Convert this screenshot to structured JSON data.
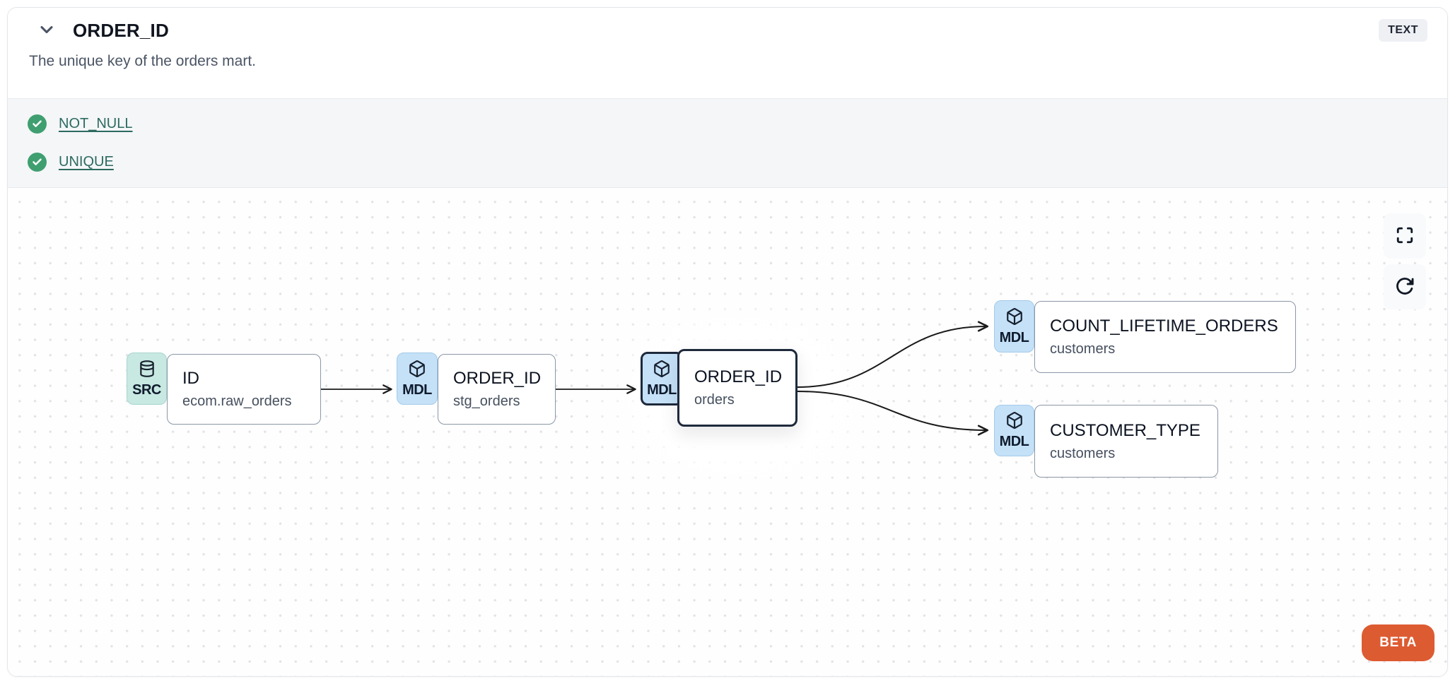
{
  "header": {
    "title": "ORDER_ID",
    "description": "The unique key of the orders mart.",
    "type_badge": "TEXT"
  },
  "tests": [
    {
      "label": "NOT_NULL",
      "status": "pass"
    },
    {
      "label": "UNIQUE",
      "status": "pass"
    }
  ],
  "lineage": {
    "nodes": [
      {
        "badge": "SRC",
        "icon": "database-icon",
        "title": "ID",
        "subtitle": "ecom.raw_orders",
        "selected": false
      },
      {
        "badge": "MDL",
        "icon": "cube-icon",
        "title": "ORDER_ID",
        "subtitle": "stg_orders",
        "selected": false
      },
      {
        "badge": "MDL",
        "icon": "cube-icon",
        "title": "ORDER_ID",
        "subtitle": "orders",
        "selected": true
      },
      {
        "badge": "MDL",
        "icon": "cube-icon",
        "title": "COUNT_LIFETIME_ORDERS",
        "subtitle": "customers",
        "selected": false
      },
      {
        "badge": "MDL",
        "icon": "cube-icon",
        "title": "CUSTOMER_TYPE",
        "subtitle": "customers",
        "selected": false
      }
    ],
    "edges": [
      {
        "from": "ID/ecom.raw_orders",
        "to": "ORDER_ID/stg_orders"
      },
      {
        "from": "ORDER_ID/stg_orders",
        "to": "ORDER_ID/orders"
      },
      {
        "from": "ORDER_ID/orders",
        "to": "COUNT_LIFETIME_ORDERS/customers"
      },
      {
        "from": "ORDER_ID/orders",
        "to": "CUSTOMER_TYPE/customers"
      }
    ],
    "beta_label": "BETA"
  },
  "colors": {
    "accent_orange": "#dd5b31",
    "test_pass_green": "#3f9f70",
    "link_teal": "#2d6a60",
    "badge_blue": "#c5e1f7",
    "badge_teal": "#c8e8e2",
    "selected_border": "#1e293b",
    "section_gray": "#f4f6f8"
  }
}
